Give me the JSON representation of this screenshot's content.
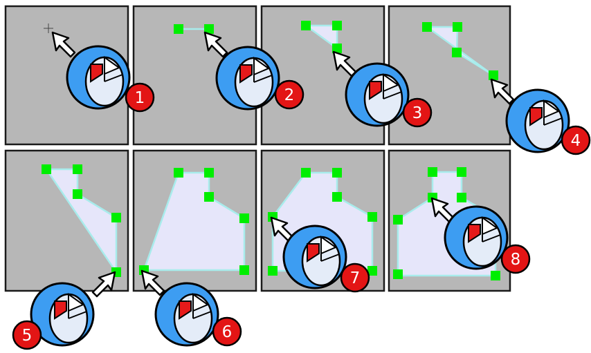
{
  "diagram": {
    "steps": [
      {
        "label": "1",
        "action": "click"
      },
      {
        "label": "2",
        "action": "click"
      },
      {
        "label": "3",
        "action": "click"
      },
      {
        "label": "4",
        "action": "click"
      },
      {
        "label": "5",
        "action": "click"
      },
      {
        "label": "6",
        "action": "click"
      },
      {
        "label": "7",
        "action": "click"
      },
      {
        "label": "8",
        "action": "click"
      }
    ],
    "colors": {
      "panel_background": "#b7b7b7",
      "panel_border": "#1a1a1a",
      "vertex_handle": "#00ee00",
      "polygon_fill": "#e6e6fa",
      "polygon_edge": "#a8ecec",
      "mouse_ring": "#3d9df2",
      "mouse_body": "#e4ecf8",
      "mouse_button": "#e61a1a",
      "cursor_arrow": "#ffffff",
      "step_badge": "#e31515"
    },
    "icons": {
      "mouse": "mouse-click-icon",
      "cursor": "cursor-arrow-icon",
      "crosshair": "crosshair-cursor-icon",
      "vertex": "vertex-handle-icon"
    }
  }
}
